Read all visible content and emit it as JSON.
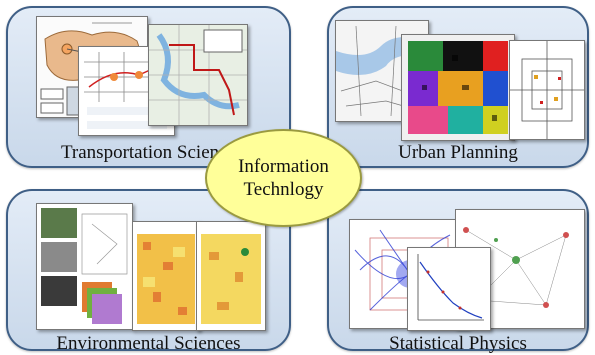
{
  "center": {
    "line1": "Information",
    "line2": "Technlogy"
  },
  "panels": {
    "transportation": "Transportation Science",
    "urban": "Urban Planning",
    "environmental": "Environmental Sciences",
    "statistical": "Statistical Physics"
  },
  "colors": {
    "panel_border": "#3f5f86",
    "panel_fill": "#d6e2f0",
    "center_fill": "#ffff99"
  }
}
